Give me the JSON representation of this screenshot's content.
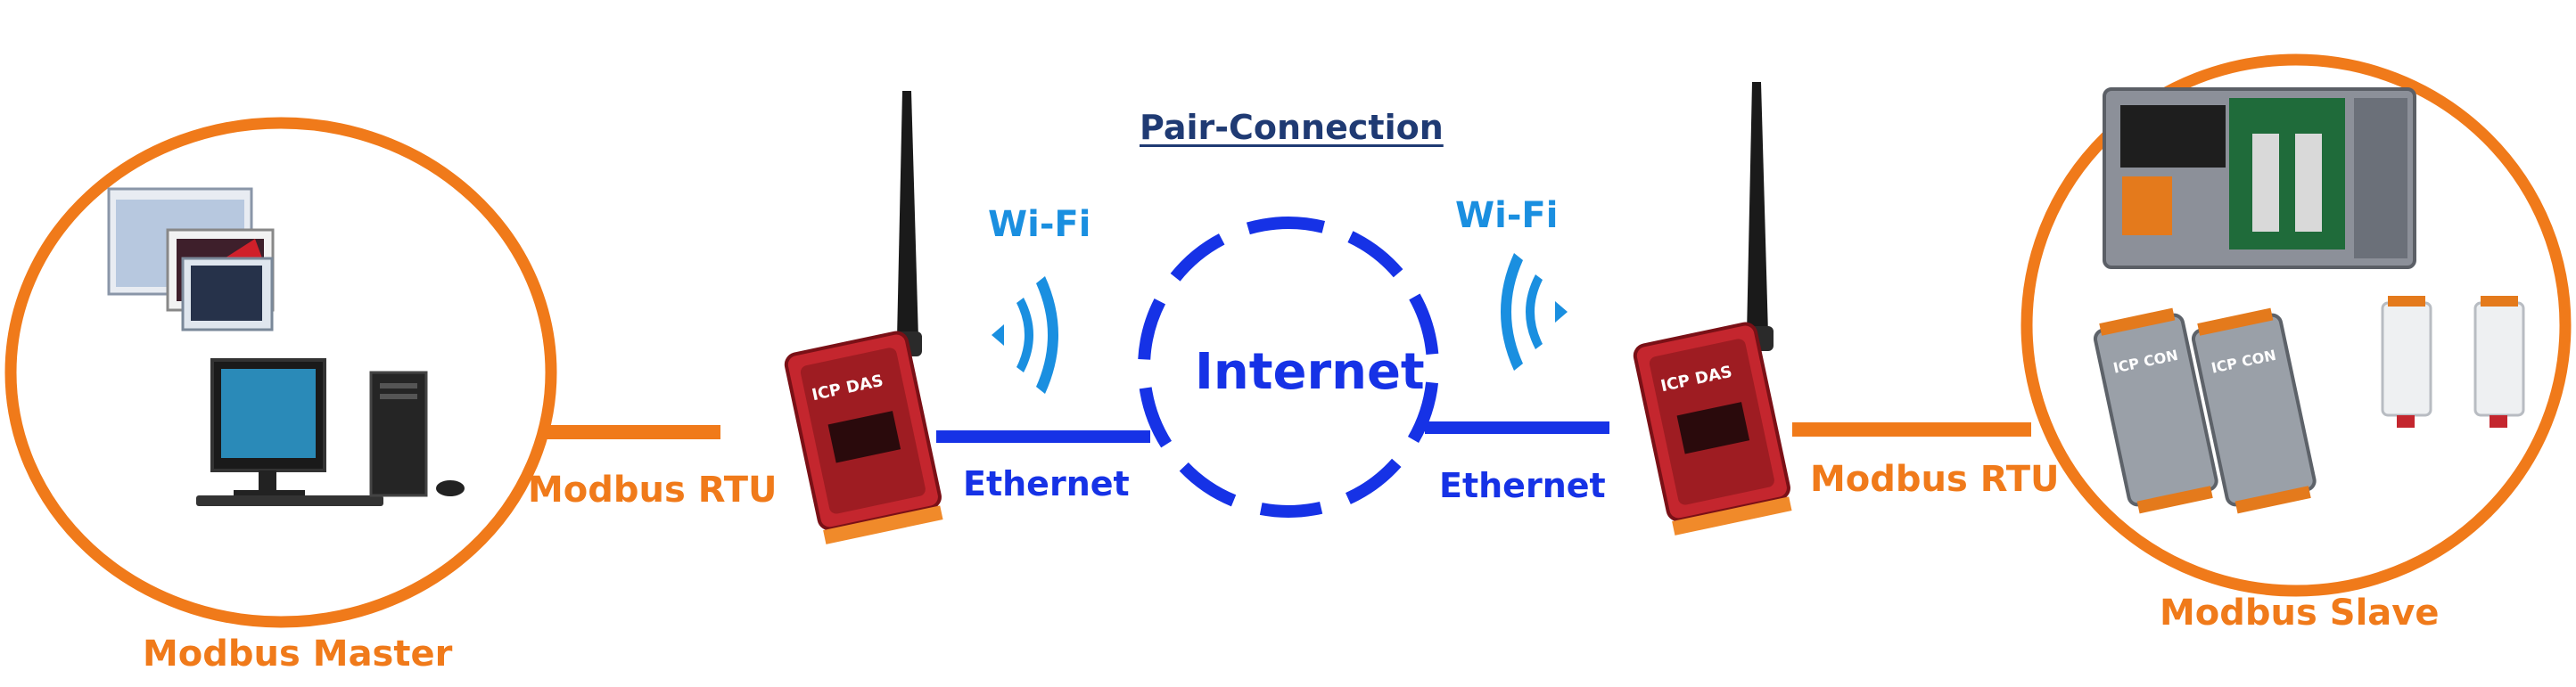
{
  "title": "Pair-Connection",
  "cloud_label": "Internet",
  "left": {
    "group_label": "Modbus Master",
    "link_label": "Modbus RTU",
    "wifi_label": "Wi-Fi",
    "ethernet_label": "Ethernet"
  },
  "right": {
    "group_label": "Modbus Slave",
    "link_label": "Modbus RTU",
    "wifi_label": "Wi-Fi",
    "ethernet_label": "Ethernet"
  },
  "device_brand": "ICP DAS",
  "slave_module_brand": "ICP CON",
  "colors": {
    "orange": "#f07a1a",
    "ethernet_blue": "#1632e6",
    "wifi_blue": "#1a8fe0",
    "title_navy": "#1f3a73",
    "device_red": "#c4262e"
  }
}
